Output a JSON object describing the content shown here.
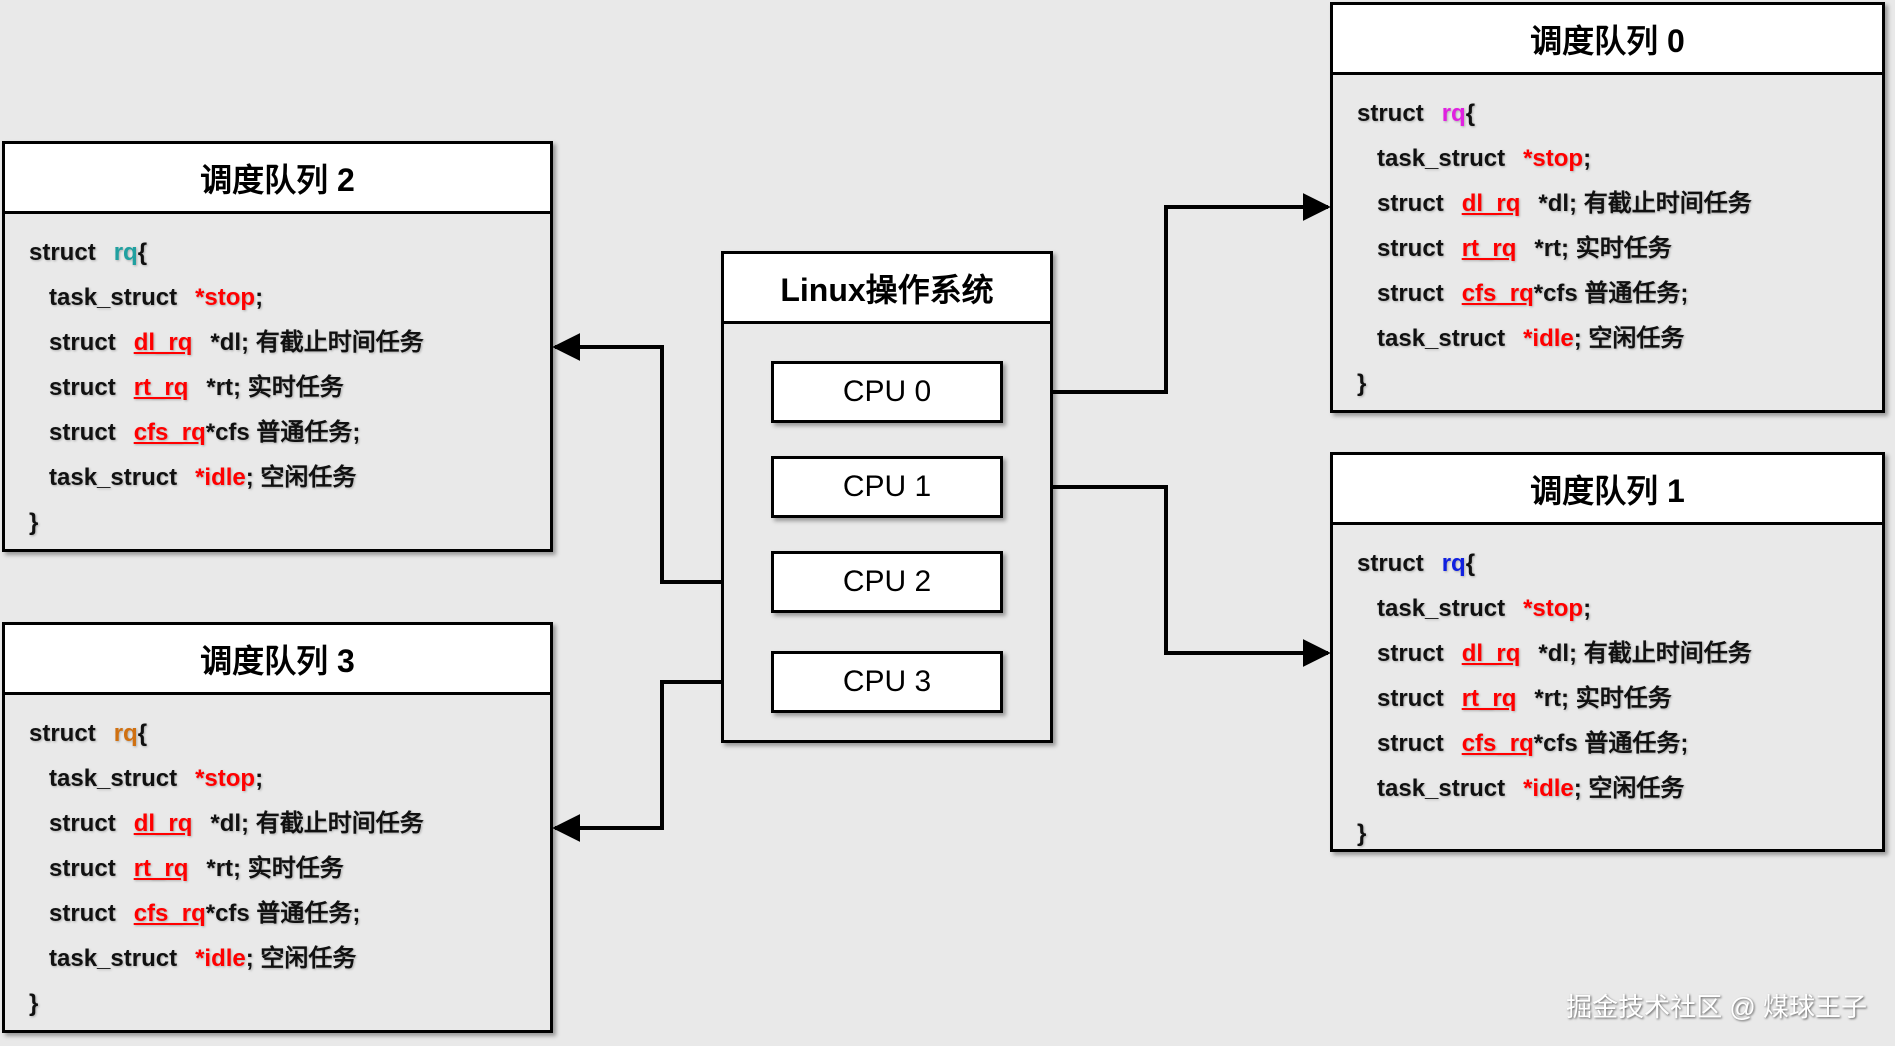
{
  "colors": {
    "rq_q0": "#e020e0",
    "rq_q1": "#1020e0",
    "rq_q2": "#20a0a0",
    "rq_q3": "#d07010",
    "field": "#ff0000"
  },
  "os": {
    "title": "Linux操作系统",
    "cpus": [
      "CPU 0",
      "CPU 1",
      "CPU 2",
      "CPU 3"
    ]
  },
  "queues": {
    "q0": {
      "title": "调度队列 0"
    },
    "q1": {
      "title": "调度队列 1"
    },
    "q2": {
      "title": "调度队列 2"
    },
    "q3": {
      "title": "调度队列 3"
    }
  },
  "code": {
    "struct_kw": "struct",
    "rq": "rq",
    "open": "{",
    "close": "}",
    "task_struct": "task_struct",
    "stop_ptr": "*stop",
    "semi": ";",
    "dl_rq": "dl_rq",
    "dl_field": "*dl; 有截止时间任务",
    "rt_rq": "rt_rq",
    "rt_field": "*rt; 实时任务",
    "cfs_rq": "cfs_rq",
    "cfs_field": "*cfs 普通任务;",
    "idle_ptr": "*idle",
    "idle_desc": "; 空闲任务"
  },
  "watermark": "掘金技术社区 @ 煤球王子"
}
